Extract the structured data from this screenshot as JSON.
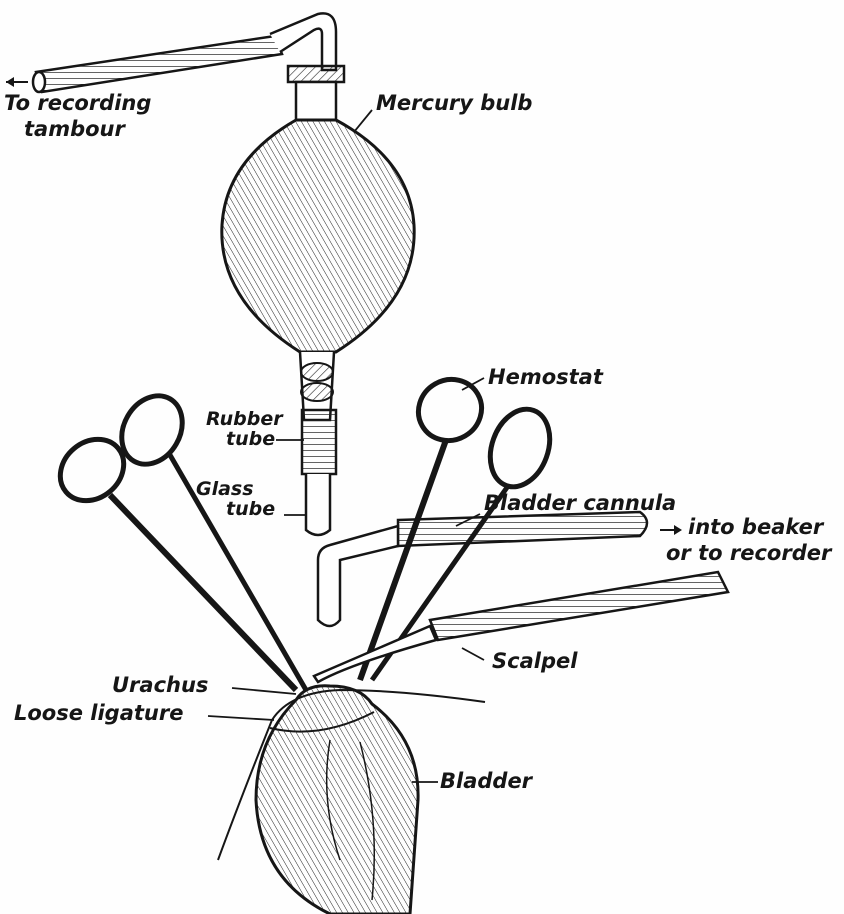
{
  "labels": {
    "recording_line1": "To recording",
    "recording_line2": "tambour",
    "mercury_bulb": "Mercury bulb",
    "hemostat": "Hemostat",
    "rubber_line1": "Rubber",
    "rubber_line2": "tube",
    "glass_line1": "Glass",
    "glass_line2": "tube",
    "bladder_cannula": "Bladder cannula",
    "beaker_line1": "into beaker",
    "beaker_line2": "or to recorder",
    "scalpel": "Scalpel",
    "urachus": "Urachus",
    "loose_ligature": "Loose ligature",
    "bladder": "Bladder"
  },
  "colors": {
    "ink": "#161616",
    "paper": "#fefefe"
  }
}
